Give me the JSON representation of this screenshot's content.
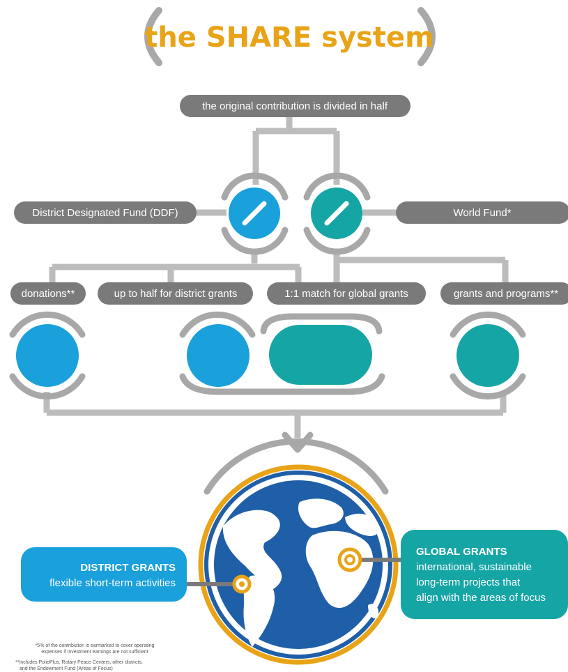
{
  "title": "the SHARE system",
  "top_label": "the original contribution is divided in half",
  "funds": {
    "ddf_label": "District Designated Fund (DDF)",
    "world_label": "World Fund*"
  },
  "uses": {
    "donations": "donations**",
    "district_half": "up to half for district grants",
    "global_match": "1:1 match for global grants",
    "grants_programs": "grants and programs**"
  },
  "callouts": {
    "district_title": "DISTRICT GRANTS",
    "district_desc": "flexible short-term activities",
    "global_title": "GLOBAL GRANTS",
    "global_line1": "international, sustainable",
    "global_line2": "long-term projects that",
    "global_line3": "align with the areas of focus"
  },
  "footnotes": {
    "note1_line1": "*5% of the contribution is earmarked to cover operating",
    "note1_line2": "expenses if investment earnings are not sufficient",
    "note2_line1": "**Includes PolioPlus, Rotary Peace Centers, other districts,",
    "note2_line2": "and the Endowment Fund (Areas of Focus)"
  },
  "colors": {
    "title": "#E8A317",
    "blue": "#1AA0DB",
    "teal": "#16A5A5",
    "gray_pill": "#7a7a7b",
    "connector": "#bcbcbc",
    "globe_ring": "#E8A317",
    "globe_ocean": "#1F5FA8"
  },
  "icons": {
    "split_icon": "slash-icon",
    "target_icon": "target-marker-icon"
  }
}
